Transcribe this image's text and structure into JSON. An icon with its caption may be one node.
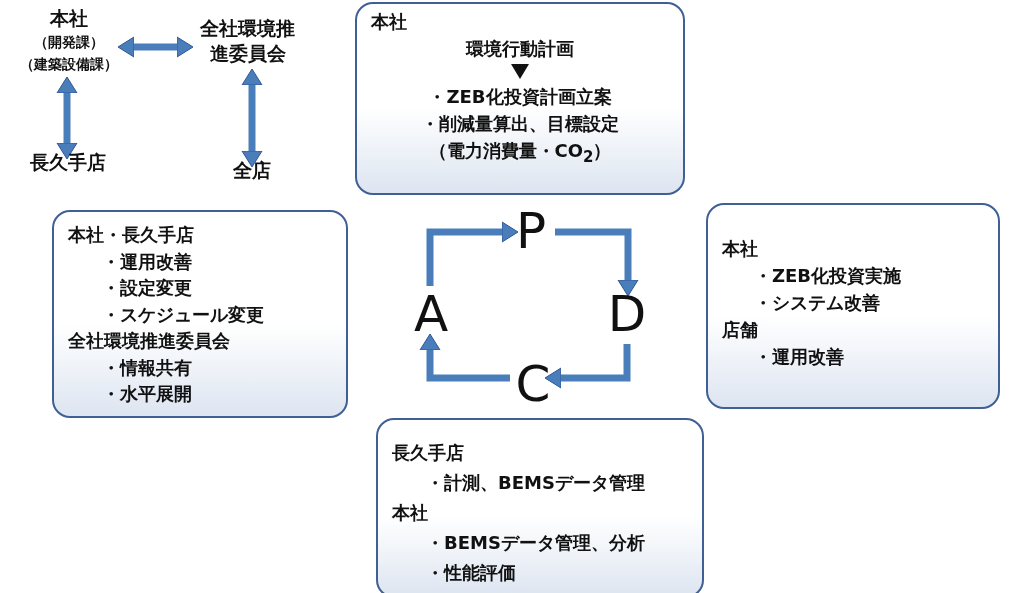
{
  "diagram": {
    "nodes": [
      {
        "text": [
          "本社",
          "（開発課）",
          "（建築設備課）"
        ]
      },
      {
        "text": [
          "全社環境推進委員会"
        ]
      },
      {
        "text": [
          "長久手店"
        ]
      },
      {
        "text": [
          "全店"
        ]
      },
      {
        "text": [
          "本社",
          "環境行動計画",
          "・ZEB化投資計画立案",
          "・削減量算出、目標設定",
          "（電力消費量・CO$_{2}$）"
        ]
      },
      {
        "text": [
          "本社",
          "・ZEB化投資実施",
          "・システム改善",
          "店舗",
          "・運用改善"
        ]
      },
      {
        "text": [
          "長久手店",
          "・計測、BEMSデータ管理",
          "本社",
          "・BEMSデータ管理、分析",
          "・性能評価"
        ]
      },
      {
        "text": [
          "本社・長久手店",
          "・運用改善",
          "・設定変更",
          "・スケジュール変更",
          "全社環境推進委員会",
          "・情報共有",
          "・水平展開"
        ]
      },
      {
        "text": [
          "P"
        ]
      },
      {
        "text": [
          "D"
        ]
      },
      {
        "text": [
          "C"
        ]
      },
      {
        "text": [
          "A"
        ]
      }
    ],
    "edges": [
      {
        "from": 0,
        "to": 1,
        "arrow": "both"
      },
      {
        "from": 0,
        "to": 2,
        "arrow": "both"
      },
      {
        "from": 1,
        "to": 3,
        "arrow": "both"
      },
      {
        "from": 11,
        "to": 8,
        "arrow": "to"
      },
      {
        "from": 8,
        "to": 9,
        "arrow": "to"
      },
      {
        "from": 9,
        "to": 10,
        "arrow": "to"
      },
      {
        "from": 10,
        "to": 11,
        "arrow": "to"
      }
    ]
  }
}
